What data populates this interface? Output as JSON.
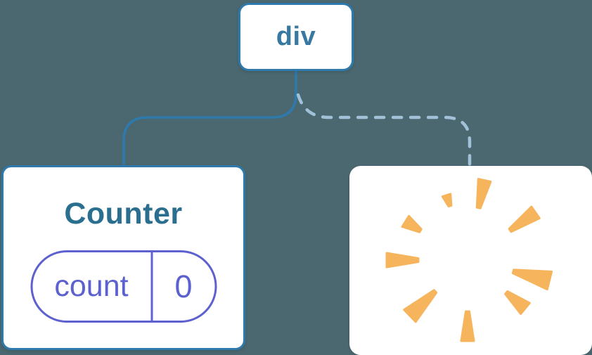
{
  "colors": {
    "background": "#4b6770",
    "card": "#ffffff",
    "node-border": "#2e7aad",
    "connector": "#2e7aad",
    "connector-dash": "#a0c1d8",
    "root-label": "#3879a2",
    "component-title": "#2a6e90",
    "state": "#5c61cf",
    "poof": "#f6b45c"
  },
  "tree": {
    "root": {
      "label": "div"
    },
    "counter": {
      "title": "Counter",
      "state": {
        "key": "count",
        "value": "0"
      }
    },
    "removed": {
      "icon": "poof-burst-icon"
    }
  }
}
